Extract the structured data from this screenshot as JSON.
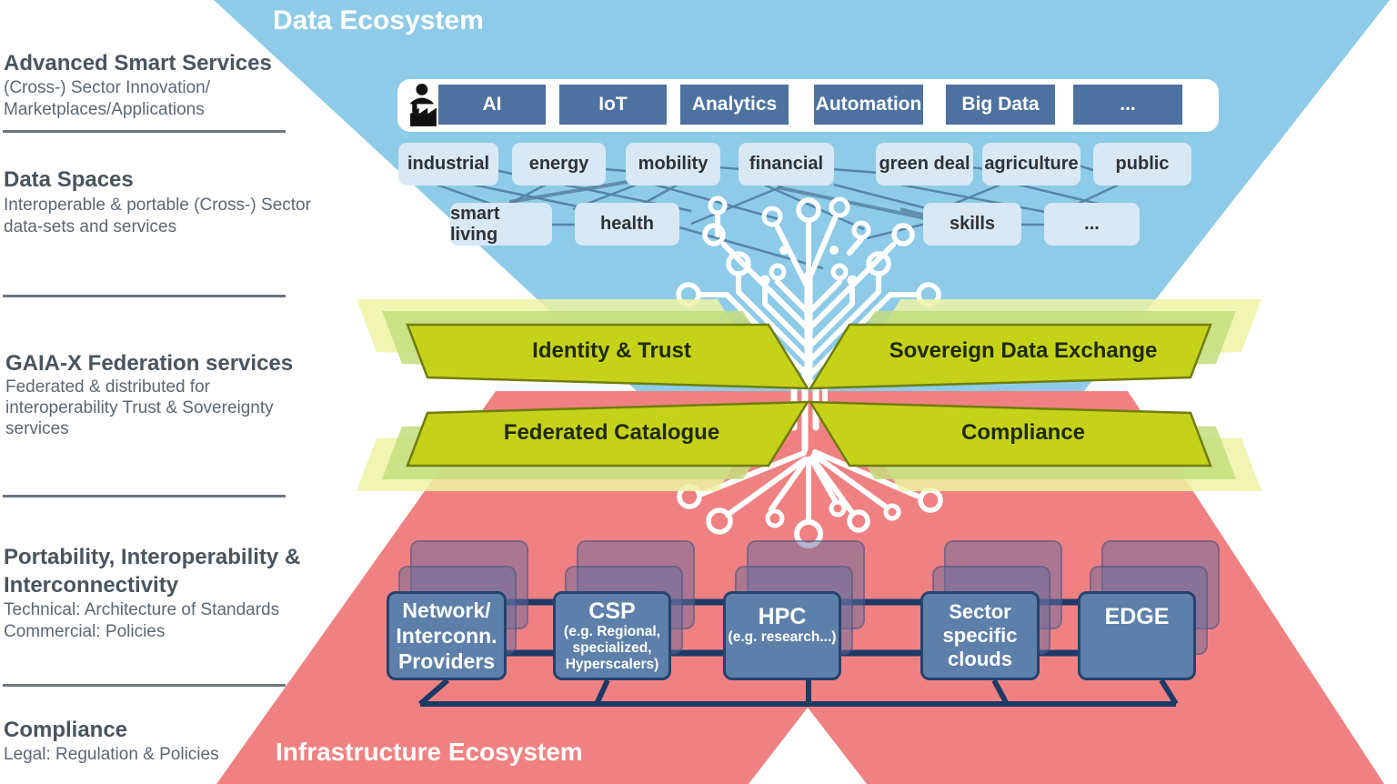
{
  "page": {
    "data_ecosystem_label": "Data Ecosystem",
    "infrastructure_ecosystem_label": "Infrastructure Ecosystem"
  },
  "sidebar": {
    "sections": [
      {
        "title_lines": [
          "Advanced Smart Services"
        ],
        "body_lines": [
          "(Cross-) Sector Innovation/",
          "Marketplaces/Applications"
        ]
      },
      {
        "title_lines": [
          "Data Spaces"
        ],
        "body_lines": [
          "Interoperable & portable (Cross-) Sector",
          "data-sets and services"
        ]
      },
      {
        "title_lines": [
          "GAIA-X Federation services"
        ],
        "body_lines": [
          "Federated & distributed for",
          "interoperability Trust & Sovereignty",
          "services"
        ]
      },
      {
        "title_lines": [
          "Portability, Interoperability &",
          "Interconnectivity"
        ],
        "body_lines": [
          "Technical: Architecture of Standards",
          "Commercial: Policies"
        ]
      },
      {
        "title_lines": [
          "Compliance"
        ],
        "body_lines": [
          "Legal: Regulation & Policies"
        ]
      }
    ]
  },
  "smart_services": {
    "buttons": [
      "AI",
      "IoT",
      "Analytics",
      "Automation",
      "Big Data",
      "..."
    ],
    "icons": [
      "person-icon",
      "factory-icon"
    ]
  },
  "data_spaces": {
    "row1": [
      "industrial",
      "energy",
      "mobility",
      "financial",
      "green deal",
      "agriculture",
      "public"
    ],
    "row2": [
      "smart living",
      "health",
      "skills",
      "..."
    ]
  },
  "federation": {
    "top_left": "Identity & Trust",
    "top_right": "Sovereign Data Exchange",
    "bottom_left": "Federated Catalogue",
    "bottom_right": "Compliance"
  },
  "infrastructure": {
    "nodes": [
      {
        "title_lines": [
          "Network/",
          "Interconn.",
          "Providers"
        ],
        "sub_lines": []
      },
      {
        "title_lines": [
          "CSP"
        ],
        "sub_lines": [
          "(e.g. Regional,",
          "specialized,",
          "Hyperscalers)"
        ]
      },
      {
        "title_lines": [
          "HPC"
        ],
        "sub_lines": [
          "(e.g. research...)"
        ]
      },
      {
        "title_lines": [
          "Sector",
          "specific",
          "clouds"
        ],
        "sub_lines": []
      },
      {
        "title_lines": [
          "EDGE"
        ],
        "sub_lines": []
      }
    ]
  },
  "colors": {
    "data_blue": "#8ecbe8",
    "infra_red": "#f08182",
    "banner_green": "#c6d21a",
    "banner_border": "#6f7d0c",
    "navy": "#1d3a66",
    "node_fill": "#5d80aa",
    "button_fill": "#4d72a0",
    "chip_fill": "#d8e8f4",
    "tree_white": "#ffffff"
  }
}
